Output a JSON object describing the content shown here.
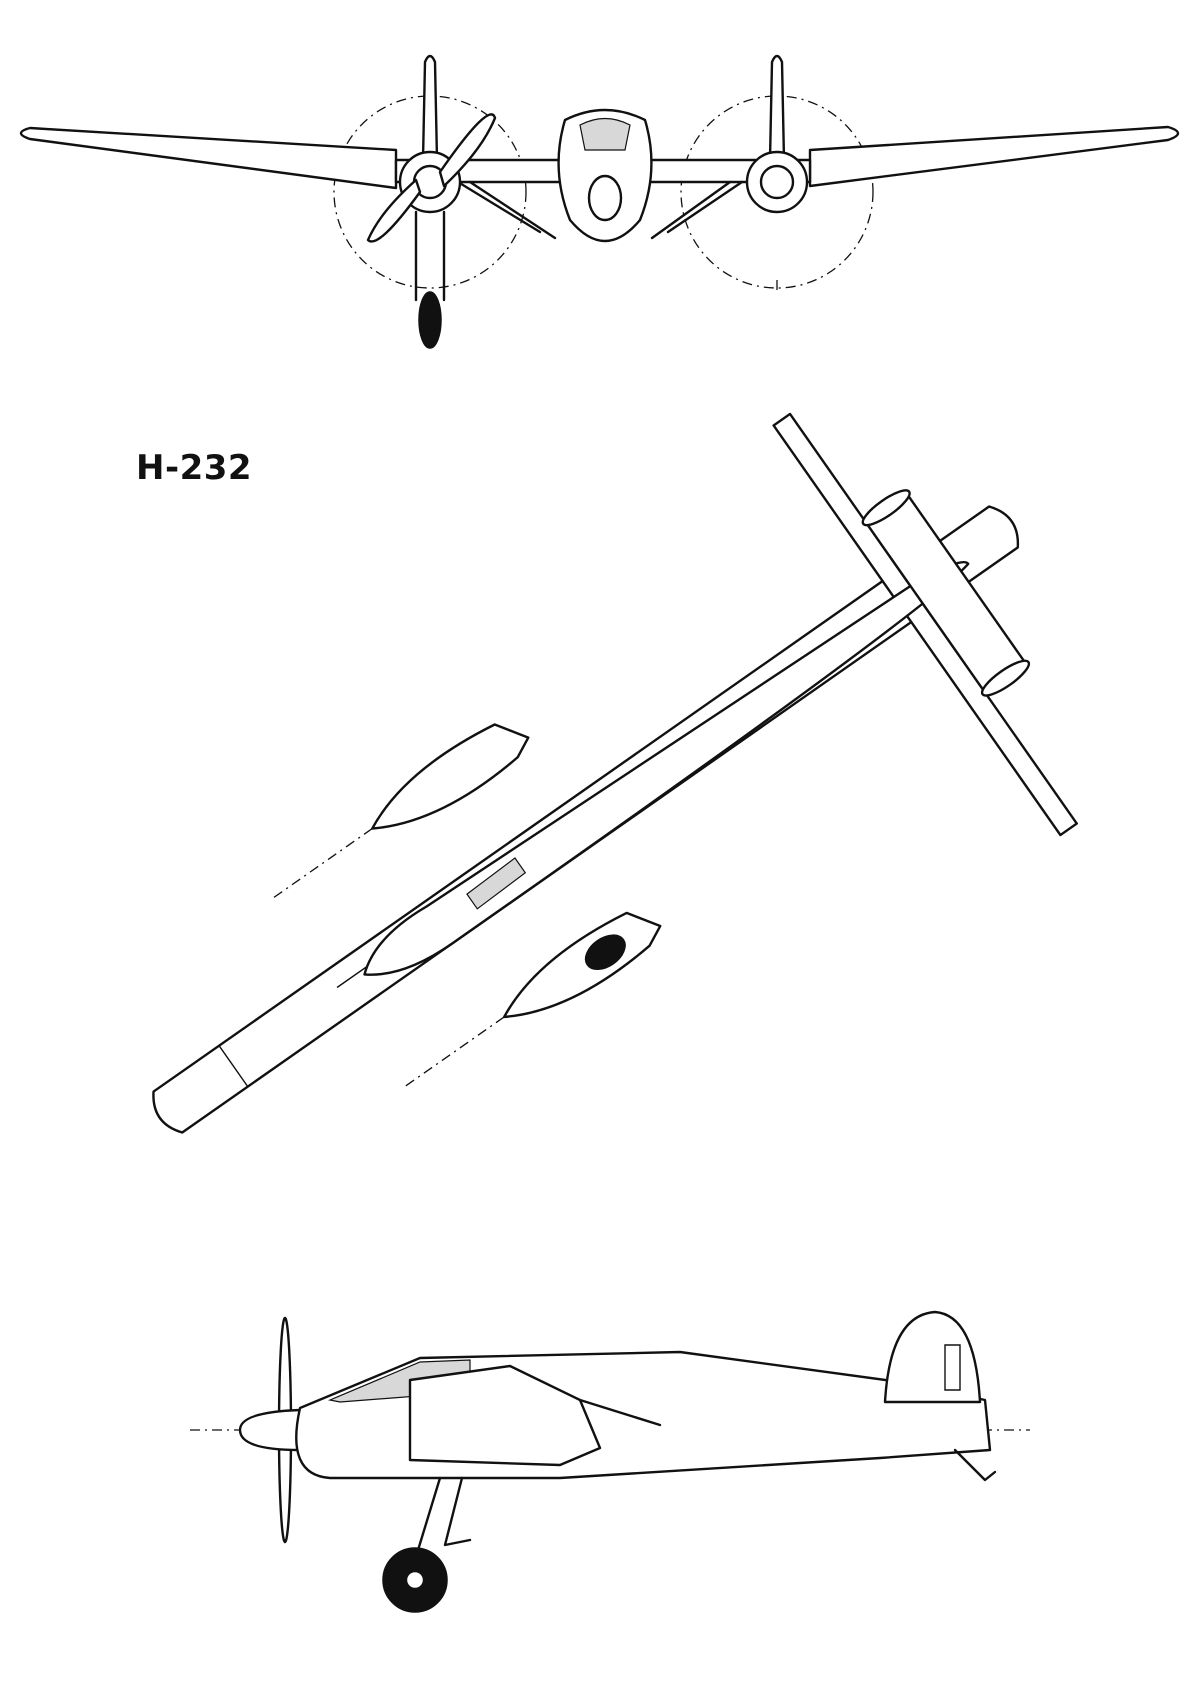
{
  "drawing": {
    "designation": "H-232",
    "views": [
      "front-view",
      "top-view",
      "side-view"
    ]
  }
}
